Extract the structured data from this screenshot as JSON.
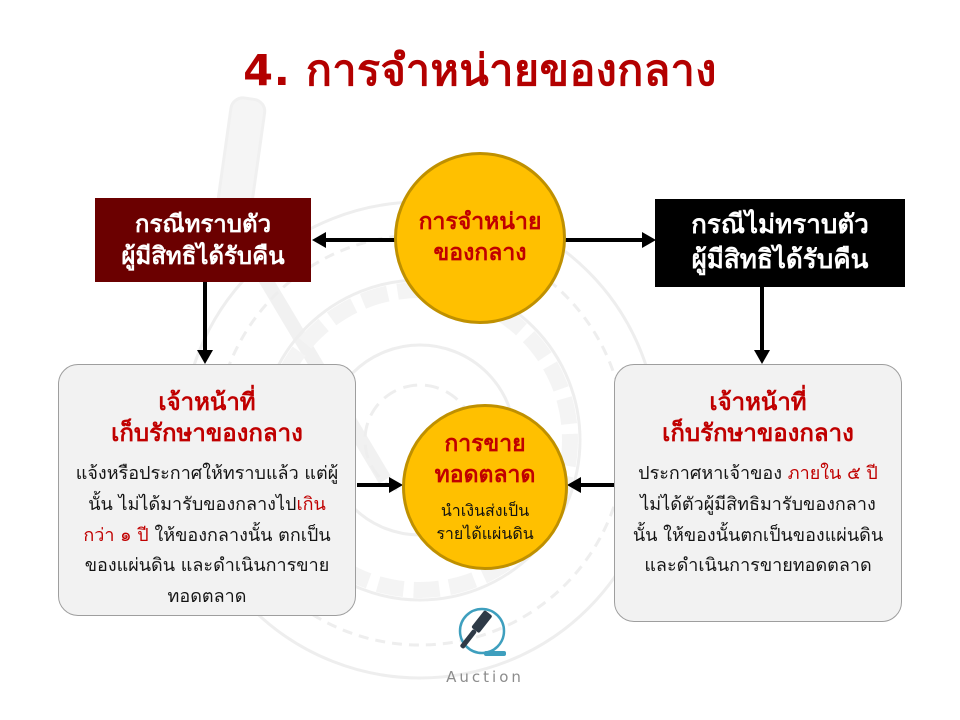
{
  "title": "4. การจำหน่ายของกลาง",
  "top_circle": {
    "line1": "การจำหน่าย",
    "line2": "ของกลาง"
  },
  "left_branch": {
    "header_line1": "กรณีทราบตัว",
    "header_line2": "ผู้มีสิทธิได้รับคืน",
    "card_title_line1": "เจ้าหน้าที่",
    "card_title_line2": "เก็บรักษาของกลาง",
    "body_part1": "แจ้งหรือประกาศให้ทราบแล้ว  แต่ผู้นั้น ไม่ได้มารับของกลางไป",
    "body_highlight": "เกินกว่า ๑ ปี",
    "body_part2": " ให้ของกลางนั้น ตกเป็นของแผ่นดิน และดำเนินการขายทอดตลาด"
  },
  "right_branch": {
    "header_line1": "กรณีไม่ทราบตัว",
    "header_line2": "ผู้มีสิทธิได้รับคืน",
    "card_title_line1": "เจ้าหน้าที่",
    "card_title_line2": "เก็บรักษาของกลาง",
    "body_part1": "ประกาศหาเจ้าของ ",
    "body_highlight": "ภายใน ๕ ปี",
    "body_part2": " ไม่ได้ตัวผู้มีสิทธิมารับของกลางนั้น  ให้ของนั้นตกเป็นของแผ่นดิน  และดำเนินการขายทอดตลาด"
  },
  "auction_circle": {
    "title_line1": "การขาย",
    "title_line2": "ทอดตลาด",
    "sub_line1": "นำเงินส่งเป็น",
    "sub_line2": "รายได้แผ่นดิน"
  },
  "logo": {
    "label": "Auction"
  },
  "colors": {
    "title_red": "#b30000",
    "accent_red": "#c00000",
    "circle_fill": "#ffc000",
    "circle_border": "#bf9000",
    "left_header_bg": "#6b0000",
    "right_header_bg": "#000000",
    "card_bg": "#f2f2f2",
    "card_border": "#9e9e9e",
    "arrow_black": "#000000",
    "logo_teal": "#3e9fbe",
    "logo_dark": "#2e3a47",
    "logo_text_gray": "#8c8c8c"
  }
}
